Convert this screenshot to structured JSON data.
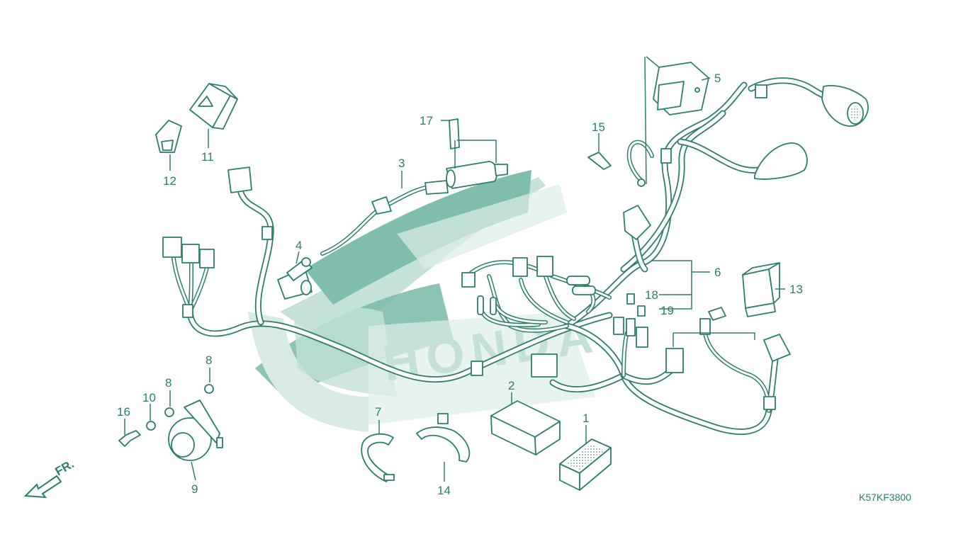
{
  "diagram": {
    "drawing_code": "K57KF3800",
    "direction_label": "FR.",
    "watermark_text": "HONDA",
    "callouts": [
      "1",
      "2",
      "3",
      "4",
      "5",
      "6",
      "7",
      "8",
      "8",
      "9",
      "10",
      "11",
      "12",
      "13",
      "14",
      "15",
      "16",
      "17",
      "18",
      "19"
    ]
  },
  "colors": {
    "line": "#2d7e6a",
    "watermark": "#7fbdac",
    "background": "#ffffff"
  }
}
